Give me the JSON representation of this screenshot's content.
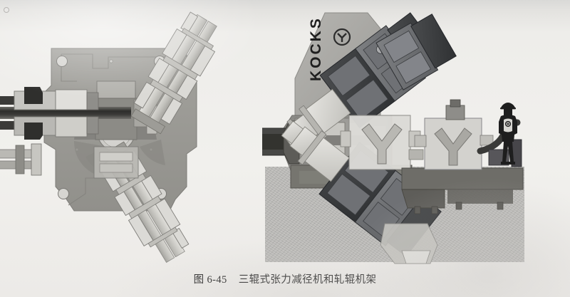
{
  "page": {
    "background_color": "#eeedea",
    "top_band_color": "#d9d9d7"
  },
  "caption": {
    "figure_number": "图 6-45",
    "title": "三辊式张力减径机和轧辊机架",
    "full_text": "图 6-45  三辊式张力减径机和轧辊机架"
  },
  "figure": {
    "type": "technical-illustration",
    "panels": [
      {
        "id": "left-panel",
        "name": "roll-stand-cross-section",
        "description": "三辊机架剖视图 / three-roll stand sectional view",
        "features": [
          "rectangular housing plate with four corner bolt holes",
          "central circular pass bore",
          "three roll shafts spaced 120 degrees apart",
          "horizontal drive shaft to the left",
          "upper-right inclined roll shaft",
          "lower inclined roll shaft"
        ]
      },
      {
        "id": "right-panel",
        "name": "stretch-reducing-mill-assembly",
        "description": "张力减径机总装三维剖视 / stretch reducing mill 3D cut-away",
        "features": [
          "KOCKS branded guard panel",
          "three inclined roll drive units",
          "gearbox and drive coupling at left",
          "Y-shaped three-roll stand in the centre",
          "auxiliary roll stand on the right platform",
          "grey floor slab",
          "human figure for scale"
        ]
      }
    ]
  },
  "branding": {
    "manufacturer": "KOCKS",
    "logo_name": "kocks-circle-logo",
    "text_orientation": "vertical"
  },
  "colors": {
    "paper": "#eeedea",
    "floor": "#b9b8b5",
    "housing_mid_grey": "#9a9995",
    "housing_light_grey": "#c9c8c4",
    "shaft_light": "#d5d4d0",
    "dark_block": "#3f4143",
    "mid_block": "#6e7073",
    "ink": "#272727",
    "guard_panel": "#a9a8a4"
  },
  "scale_reference": {
    "name": "operator-silhouette",
    "description": "人形比例参照 (带安全帽)"
  }
}
